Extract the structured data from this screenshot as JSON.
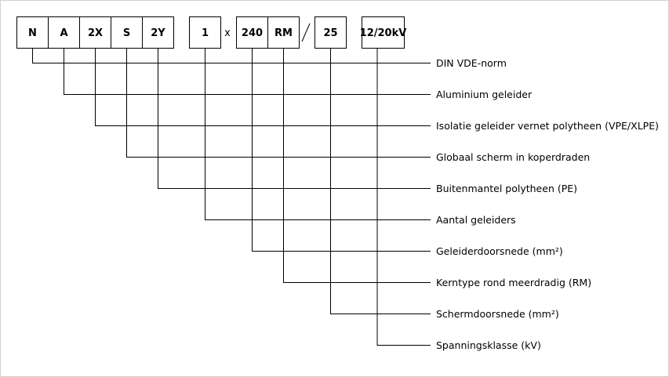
{
  "codes": [
    "N",
    "A",
    "2X",
    "S",
    "2Y",
    "1",
    "240",
    "RM",
    "25",
    "12/20kV"
  ],
  "separators": {
    "times": "x"
  },
  "descriptions": [
    "DIN VDE-norm",
    "Aluminium geleider",
    "Isolatie geleider vernet polytheen (VPE/XLPE)",
    "Globaal scherm in koperdraden",
    "Buitenmantel polytheen (PE)",
    "Aantal geleiders",
    "Geleiderdoorsnede (mm²)",
    "Kerntype rond meerdradig (RM)",
    "Schermdoorsnede (mm²)",
    "Spanningsklasse (kV)"
  ]
}
